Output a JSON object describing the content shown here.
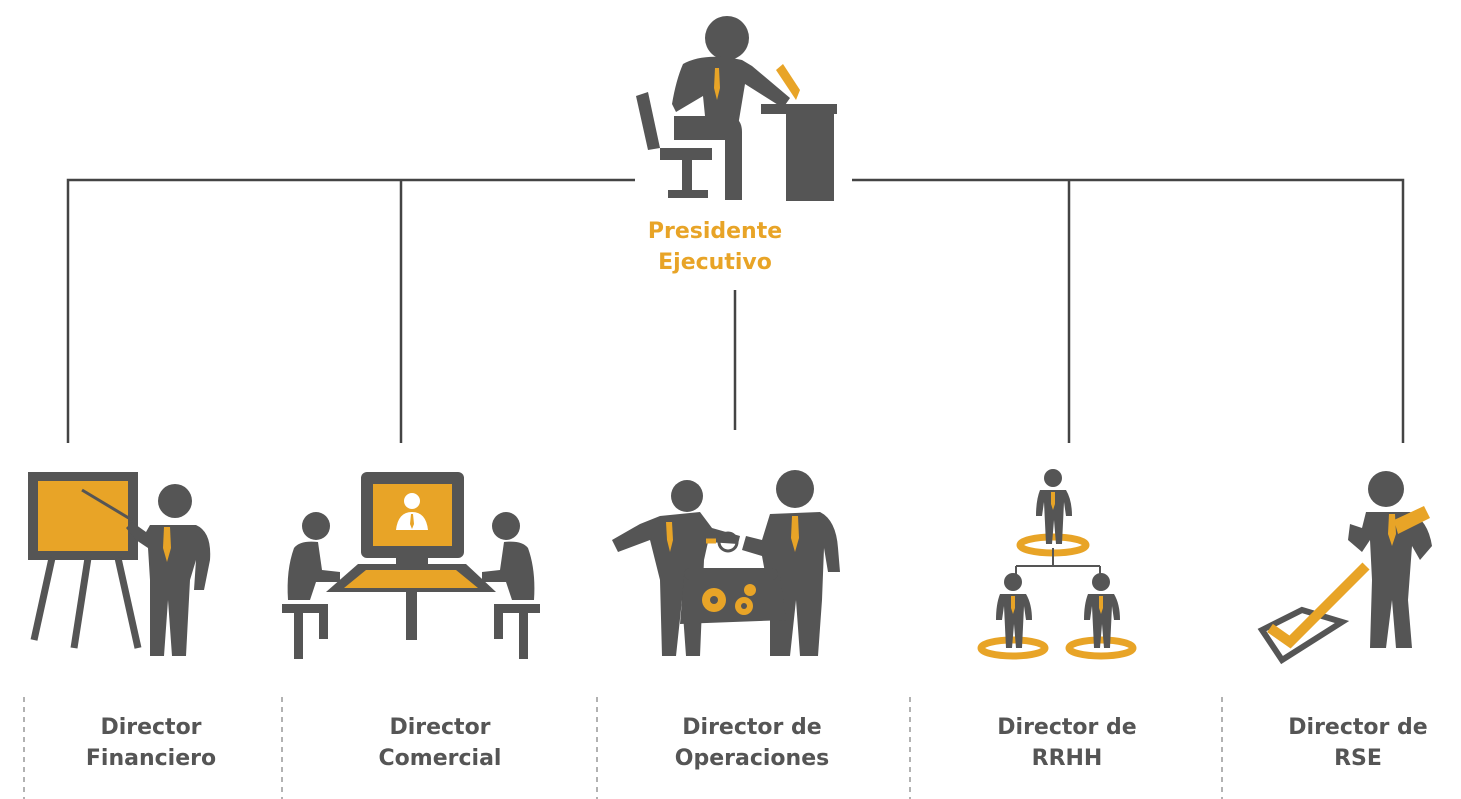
{
  "colors": {
    "gray": "#555555",
    "accent": "#e8a427",
    "line": "#444444",
    "dash": "#9a9a9a"
  },
  "president": {
    "label_line1": "Presidente",
    "label_line2": "Ejecutivo",
    "icon": "executive-at-desk-icon"
  },
  "directors": [
    {
      "line1": "Director",
      "line2": "Financiero",
      "icon": "presenter-easel-icon"
    },
    {
      "line1": "Director",
      "line2": "Comercial",
      "icon": "video-conference-icon"
    },
    {
      "line1": "Director de",
      "line2": "Operaciones",
      "icon": "engineering-plan-icon"
    },
    {
      "line1": "Director de",
      "line2": "RRHH",
      "icon": "org-hierarchy-icon"
    },
    {
      "line1": "Director de",
      "line2": "RSE",
      "icon": "checklist-approval-icon"
    }
  ]
}
